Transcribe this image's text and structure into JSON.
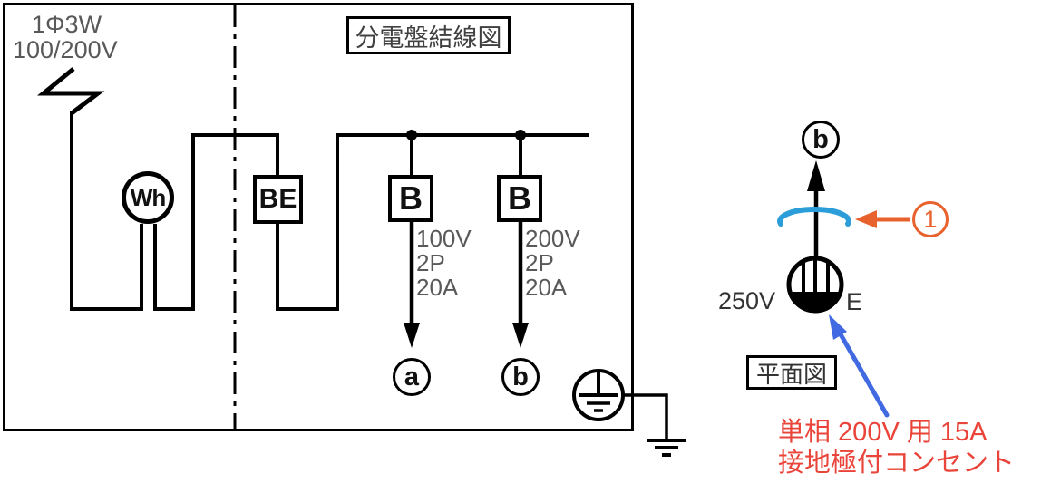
{
  "wiring_diagram": {
    "title": "分電盤結線図",
    "source_labels": [
      "1Φ3W",
      "100/200V"
    ],
    "meter_label": "Wh",
    "main_breaker_label": "BE",
    "branch_breakers": [
      {
        "label": "B",
        "specs": [
          "100V",
          "2P",
          "20A"
        ],
        "circuit_letter": "a"
      },
      {
        "label": "B",
        "specs": [
          "200V",
          "2P",
          "20A"
        ],
        "circuit_letter": "b"
      }
    ]
  },
  "plan_view": {
    "title": "平面図",
    "circuit_letter": "b",
    "callout_number": "1",
    "receptacle": {
      "voltage_label": "250V",
      "earth_label": "E"
    },
    "note_lines": [
      "単相 200V 用 15A",
      "接地極付コンセント"
    ]
  },
  "colors": {
    "line_black": "#000000",
    "label_gray": "#595959",
    "highlight_blue": "#2B9ED9",
    "callout_orange": "#E8622D",
    "pointer_blue": "#4169E1",
    "note_red": "#EA443A"
  }
}
